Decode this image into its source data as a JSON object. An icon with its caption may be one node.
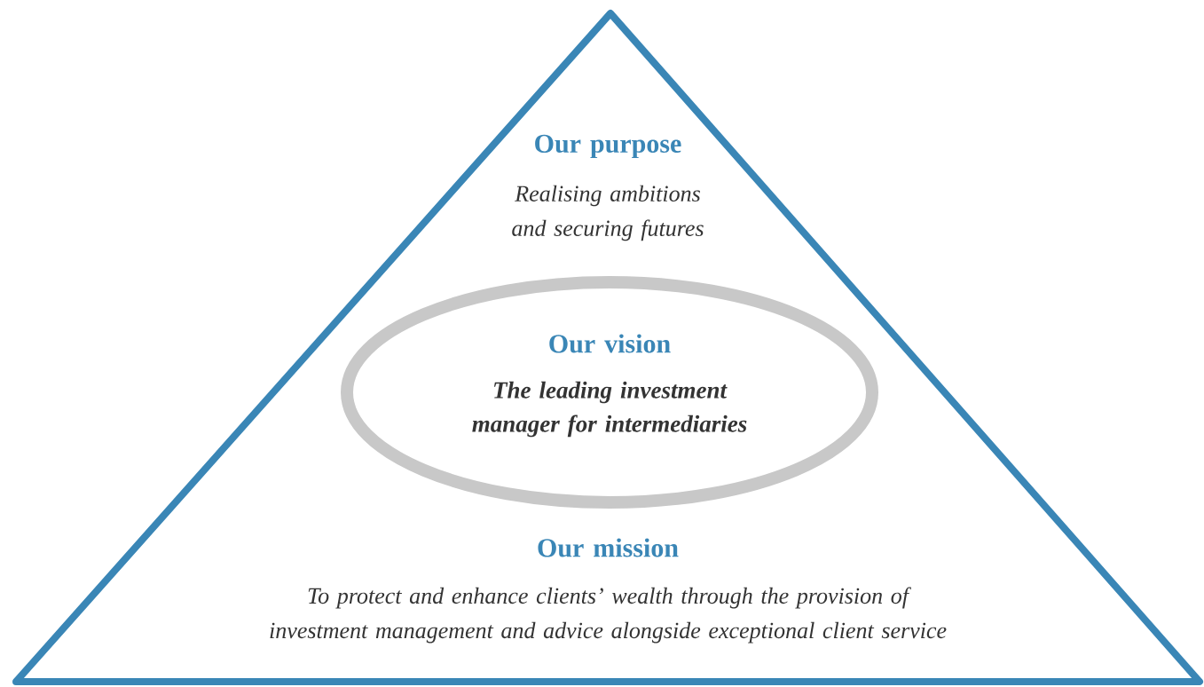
{
  "diagram": {
    "nodes": [
      {
        "text": [
          "Our purpose",
          "Realising ambitions and securing futures",
          "Our mission",
          "To protect and enhance clients’ wealth through the provision of investment management and advice alongside exceptional client service"
        ]
      },
      {
        "text": [
          "Our vision",
          "The leading investment manager for intermediaries"
        ],
        "in": 0
      }
    ]
  }
}
